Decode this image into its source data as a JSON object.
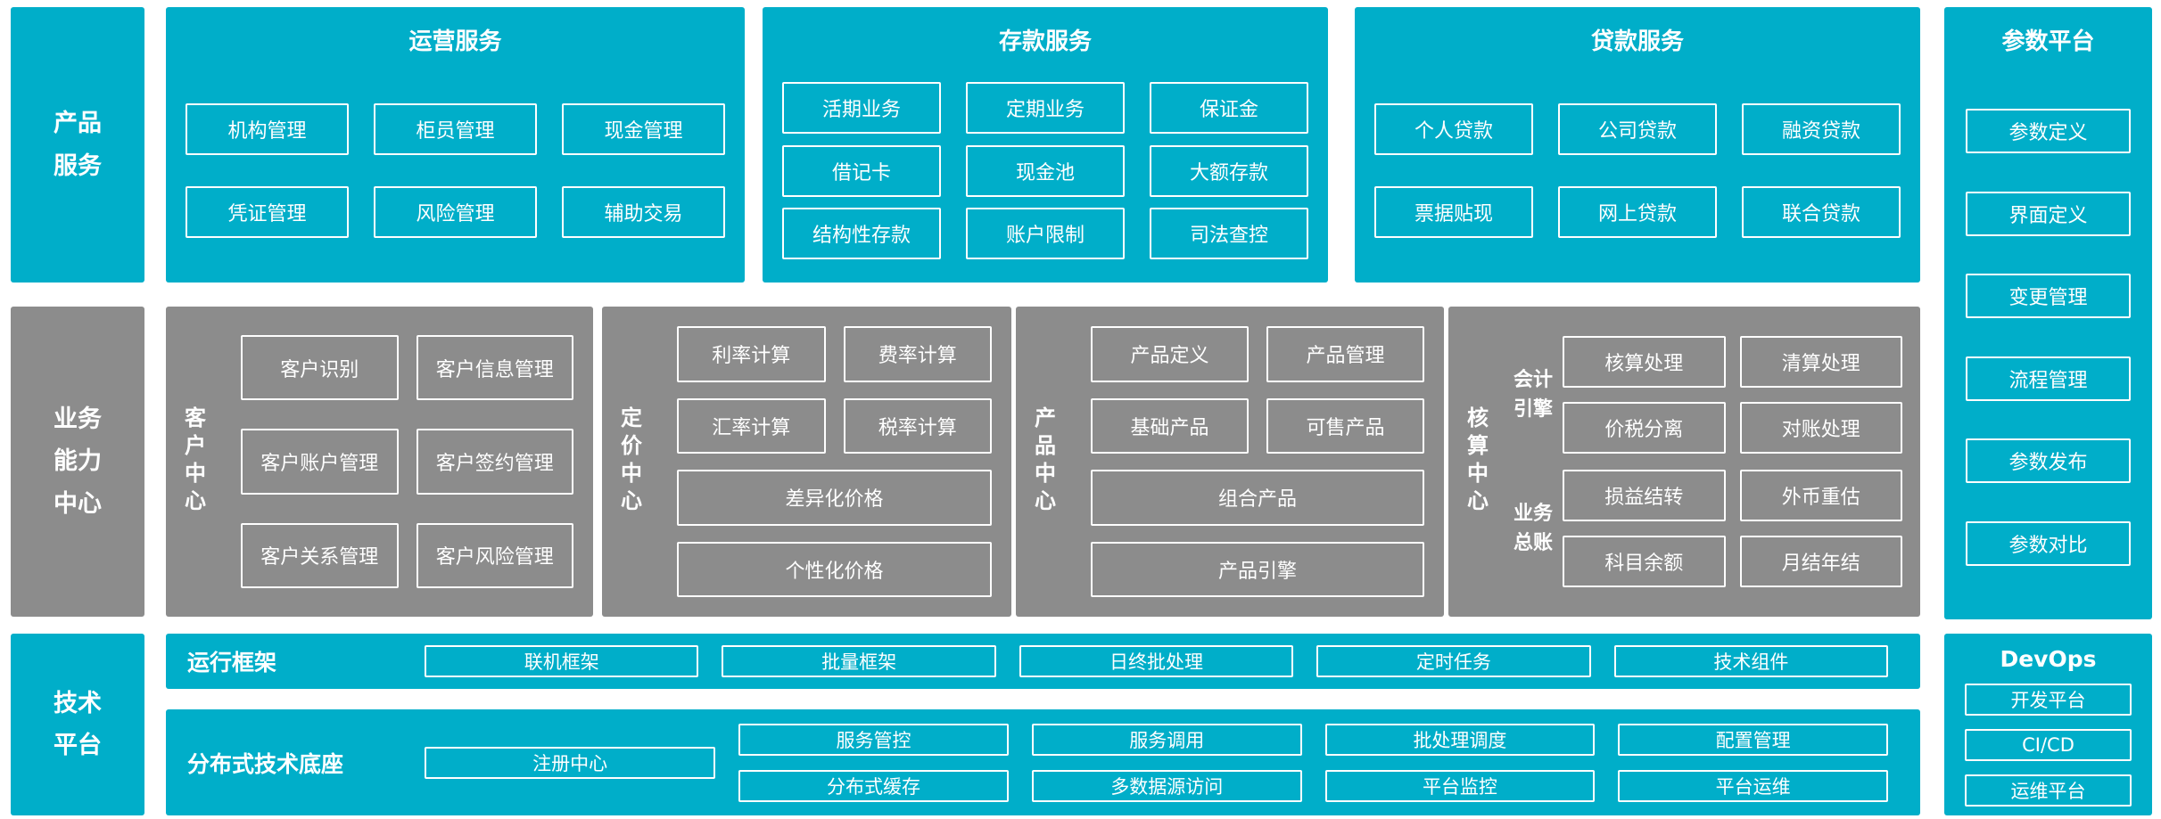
{
  "colors": {
    "teal": "#00AEC9",
    "gray": "#8C8C8C",
    "border": "#FFFFFF",
    "text": "#FFFFFF"
  },
  "sections": {
    "product": {
      "side_label": "产品服务"
    },
    "business": {
      "side_label": "业务能力中心"
    },
    "tech": {
      "side_label": "技术平台"
    }
  },
  "operations": {
    "title": "运营服务",
    "items": [
      "机构管理",
      "柜员管理",
      "现金管理",
      "凭证管理",
      "风险管理",
      "辅助交易"
    ]
  },
  "deposit": {
    "title": "存款服务",
    "items": [
      "活期业务",
      "定期业务",
      "保证金",
      "借记卡",
      "现金池",
      "大额存款",
      "结构性存款",
      "账户限制",
      "司法查控"
    ]
  },
  "loan": {
    "title": "贷款服务",
    "items": [
      "个人贷款",
      "公司贷款",
      "融资贷款",
      "票据贴现",
      "网上贷款",
      "联合贷款"
    ]
  },
  "parameter": {
    "title": "参数平台",
    "items": [
      "参数定义",
      "界面定义",
      "变更管理",
      "流程管理",
      "参数发布",
      "参数对比"
    ]
  },
  "customer": {
    "label": "客户中心",
    "items": [
      "客户识别",
      "客户信息管理",
      "客户账户管理",
      "客户签约管理",
      "客户关系管理",
      "客户风险管理"
    ]
  },
  "pricing": {
    "label": "定价中心",
    "items": [
      "利率计算",
      "费率计算",
      "汇率计算",
      "税率计算"
    ],
    "wide": [
      "差异化价格",
      "个性化价格"
    ]
  },
  "product_center": {
    "label": "产品中心",
    "items": [
      "产品定义",
      "产品管理",
      "基础产品",
      "可售产品"
    ],
    "wide": [
      "组合产品",
      "产品引擎"
    ]
  },
  "accounting": {
    "label": "核算中心",
    "groups": [
      {
        "label": "会计引擎",
        "items": [
          "核算处理",
          "清算处理",
          "价税分离",
          "对账处理"
        ]
      },
      {
        "label": "业务总账",
        "items": [
          "损益结转",
          "外币重估",
          "科目余额",
          "月结年结"
        ]
      }
    ]
  },
  "runtime": {
    "title": "运行框架",
    "items": [
      "联机框架",
      "批量框架",
      "日终批处理",
      "定时任务",
      "技术组件"
    ]
  },
  "distributed": {
    "title": "分布式技术底座",
    "registry": "注册中心",
    "items": [
      "服务管控",
      "服务调用",
      "批处理调度",
      "配置管理",
      "分布式缓存",
      "多数据源访问",
      "平台监控",
      "平台运维"
    ]
  },
  "devops": {
    "title": "DevOps",
    "items": [
      "开发平台",
      "CI/CD",
      "运维平台"
    ]
  }
}
